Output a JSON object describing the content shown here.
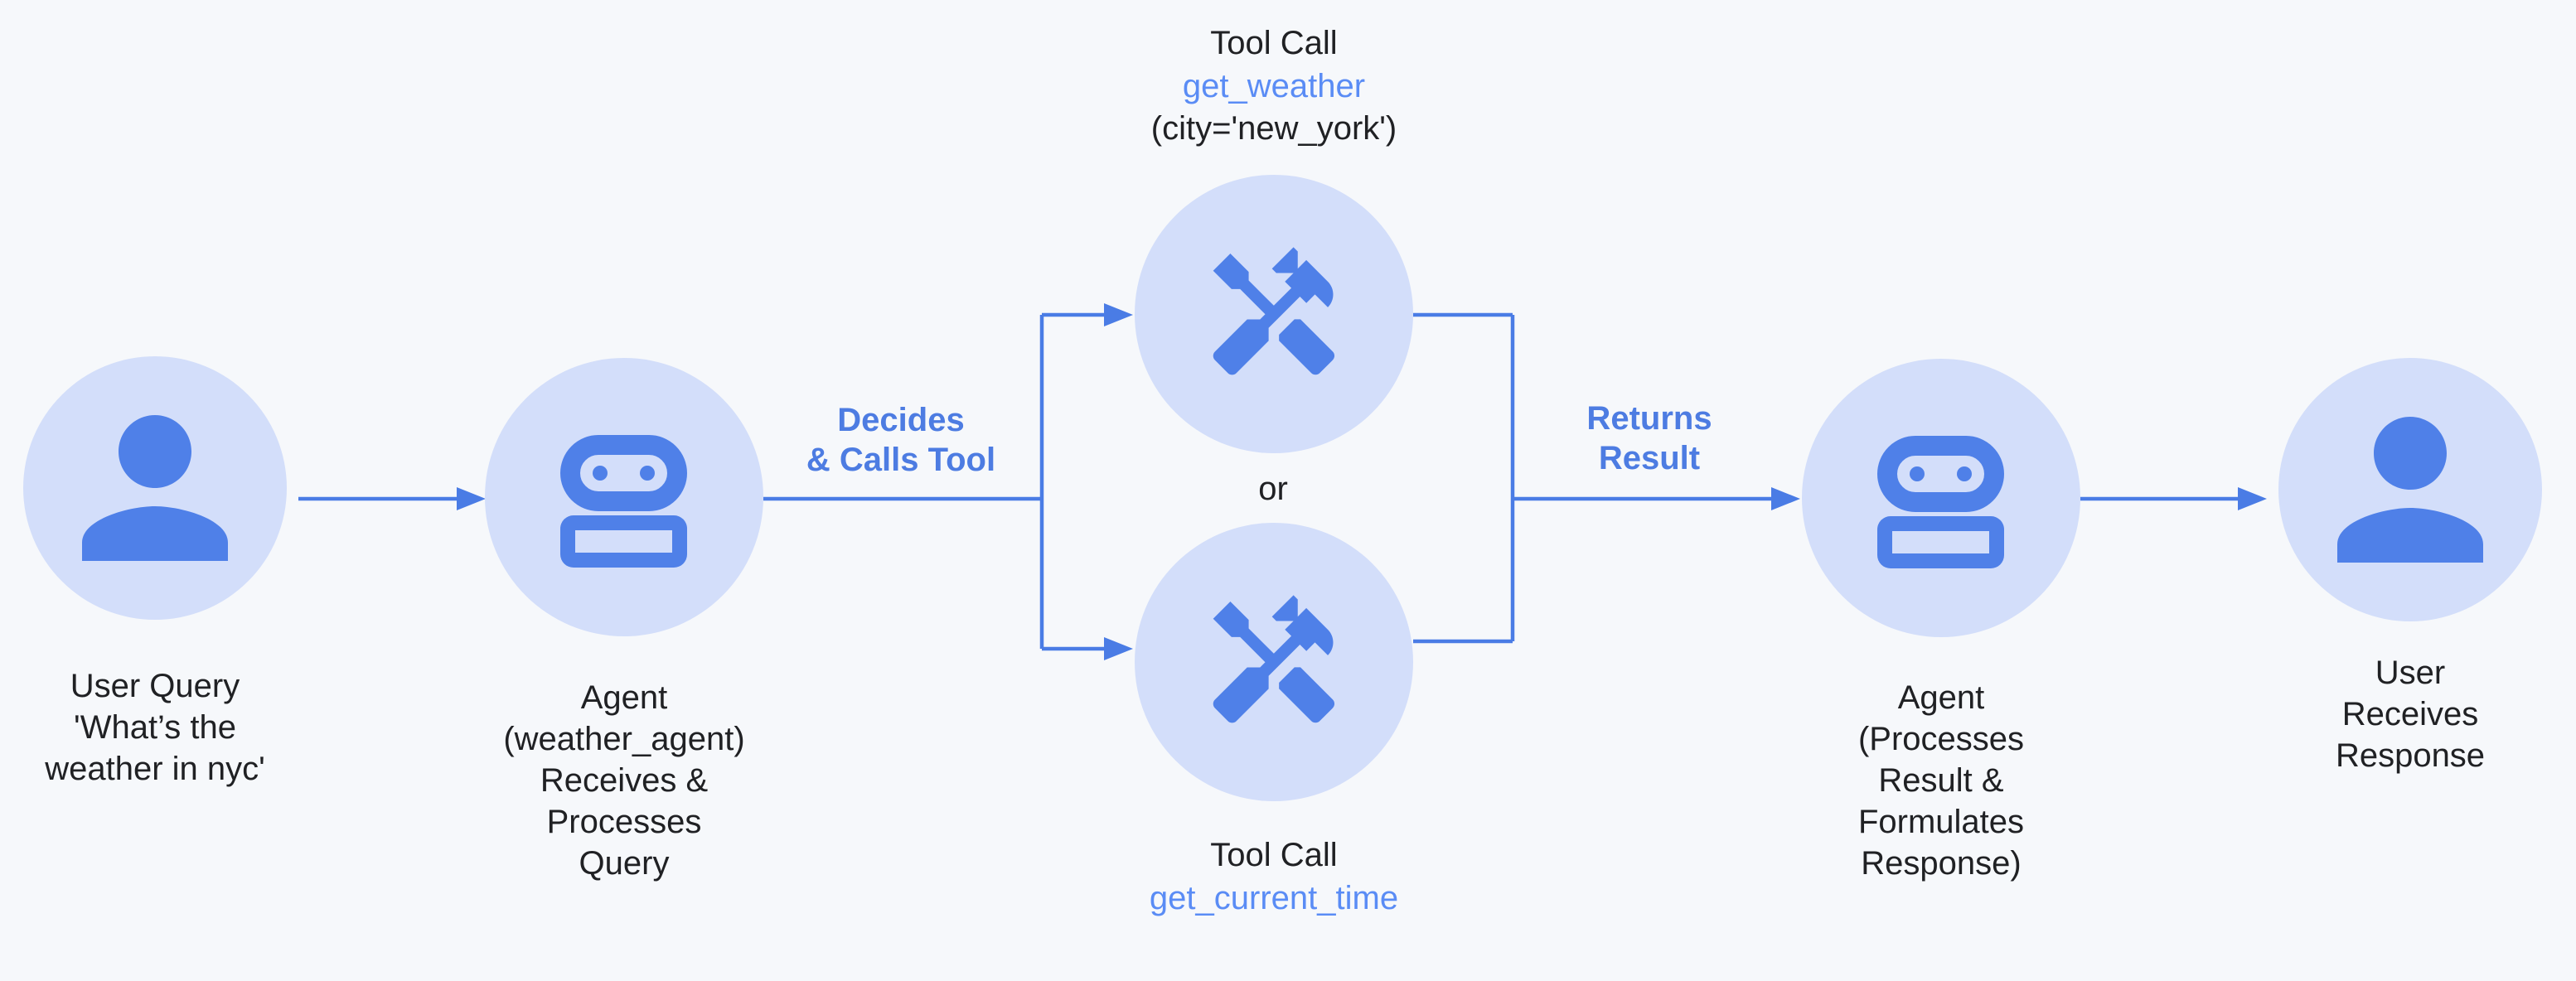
{
  "colors": {
    "background": "#f6f8fb",
    "circle_fill": "#d3defa",
    "icon_blue": "#4f80e8",
    "line_blue": "#4a7ce5",
    "label_blue_bold": "#4d7ce2",
    "code_blue": "#5a8cf5",
    "text_dark": "#202124"
  },
  "nodes": {
    "user_query": {
      "icon": "person-icon",
      "label": "User Query\n'What’s the\nweather in nyc'"
    },
    "agent_receive": {
      "icon": "robot-icon",
      "label": "Agent\n(weather_agent)\nReceives &\nProcesses\nQuery"
    },
    "tool_weather": {
      "icon": "handyman-icon",
      "title": "Tool Call",
      "function": "get_weather",
      "args": "(city='new_york')"
    },
    "tool_time": {
      "icon": "handyman-icon",
      "title": "Tool Call",
      "function": "get_current_time"
    },
    "agent_respond": {
      "icon": "robot-icon",
      "label": "Agent\n(Processes\nResult &\nFormulates\nResponse)"
    },
    "user_response": {
      "icon": "person-icon",
      "label": "User Receives\nResponse"
    }
  },
  "edges": {
    "decides_label": "Decides\n& Calls Tool",
    "returns_label": "Returns\nResult",
    "or_label": "or"
  }
}
